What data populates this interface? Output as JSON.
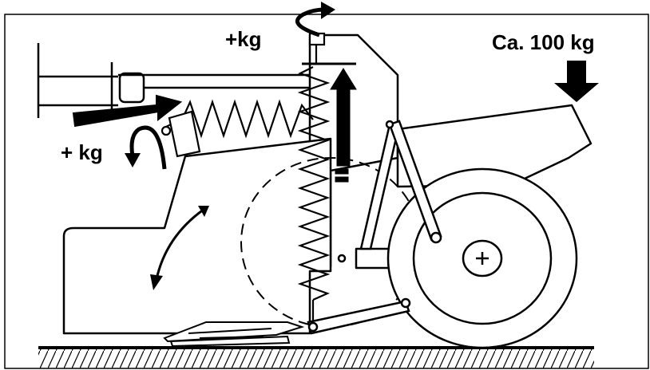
{
  "labels": {
    "weight_top": "+kg",
    "weight_left": "+ kg",
    "weight_right": "Ca. 100 kg"
  },
  "colors": {
    "line": "#000000",
    "background": "#ffffff"
  }
}
